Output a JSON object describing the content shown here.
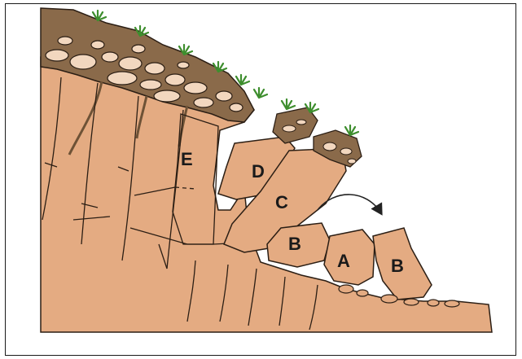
{
  "diagram": {
    "blocks": [
      {
        "id": "E",
        "label": "E"
      },
      {
        "id": "D",
        "label": "D"
      },
      {
        "id": "C",
        "label": "C"
      },
      {
        "id": "B1",
        "label": "B"
      },
      {
        "id": "A",
        "label": "A"
      },
      {
        "id": "B2",
        "label": "B"
      }
    ],
    "colors": {
      "rock": "#e4ab82",
      "soil": "#8a6a4a",
      "soil_dark": "#6e5236",
      "stone": "#f2d7bf",
      "grass": "#3e8e2e",
      "outline": "#2b1e14",
      "arrow": "#222222"
    },
    "icons": [
      "rotation-arrow-icon",
      "grass-tuft-icon"
    ]
  }
}
